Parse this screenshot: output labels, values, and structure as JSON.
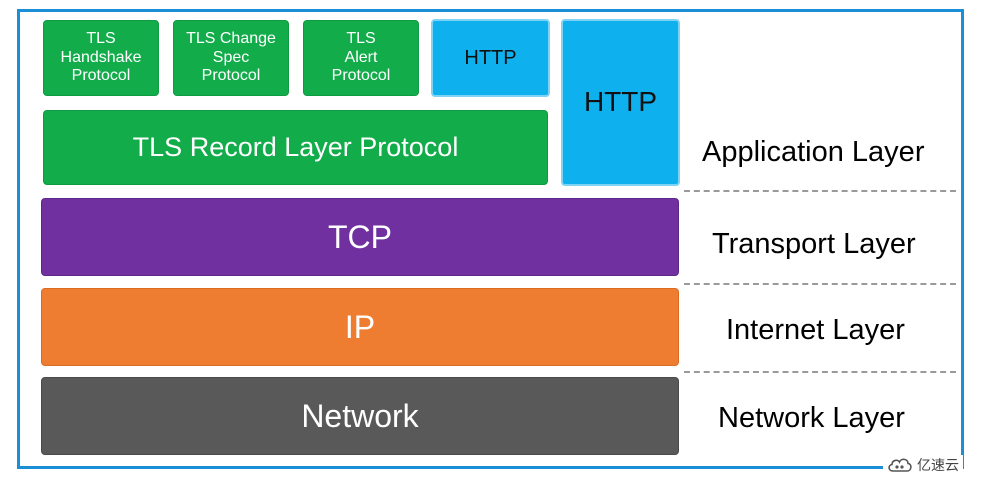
{
  "diagram": {
    "app_layer": {
      "tls_handshake": "TLS\nHandshake\nProtocol",
      "tls_change_spec": "TLS Change\nSpec\nProtocol",
      "tls_alert": "TLS\nAlert\nProtocol",
      "http_small": "HTTP",
      "tls_record": "TLS Record Layer Protocol",
      "http_tall": "HTTP"
    },
    "tcp": "TCP",
    "ip": "IP",
    "network": "Network",
    "labels": {
      "application": "Application Layer",
      "transport": "Transport Layer",
      "internet": "Internet Layer",
      "network": "Network Layer"
    }
  },
  "watermark": {
    "text": "亿速云",
    "icon": "cloud-logo-icon"
  },
  "colors": {
    "frame": "#1a8fd6",
    "tls_green": "#12ad4a",
    "http_blue": "#0eb0ee",
    "tcp_purple": "#7030a0",
    "ip_orange": "#ee7d31",
    "network_gray": "#595959"
  }
}
